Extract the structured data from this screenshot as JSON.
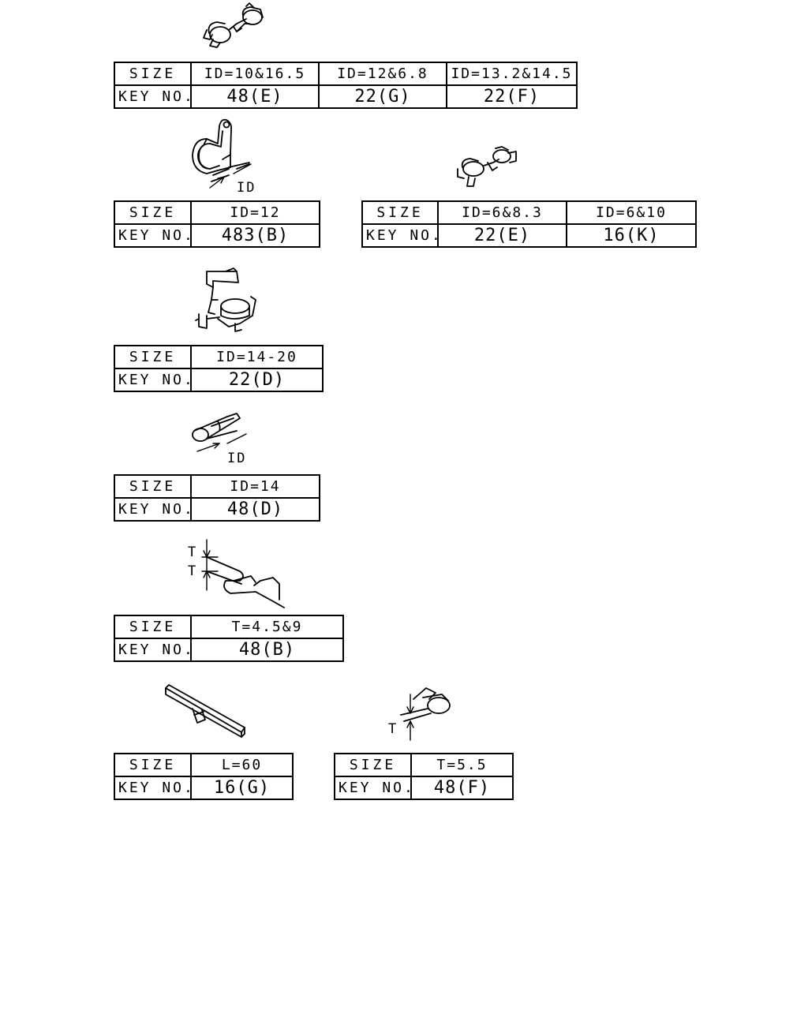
{
  "labels": {
    "size": "SIZE",
    "key_no": "KEY NO.",
    "id": "ID",
    "t": "T"
  },
  "tables": [
    {
      "sizes": [
        "ID=10&16.5",
        "ID=12&6.8",
        "ID=13.2&14.5"
      ],
      "keys": [
        "48(E)",
        "22(G)",
        "22(F)"
      ]
    },
    {
      "sizes": [
        "ID=12"
      ],
      "keys": [
        "483(B)"
      ]
    },
    {
      "sizes": [
        "ID=6&8.3",
        "ID=6&10"
      ],
      "keys": [
        "22(E)",
        "16(K)"
      ]
    },
    {
      "sizes": [
        "ID=14-20"
      ],
      "keys": [
        "22(D)"
      ]
    },
    {
      "sizes": [
        "ID=14"
      ],
      "keys": [
        "48(D)"
      ]
    },
    {
      "sizes": [
        "T=4.5&9"
      ],
      "keys": [
        "48(B)"
      ]
    },
    {
      "sizes": [
        "L=60"
      ],
      "keys": [
        "16(G)"
      ]
    },
    {
      "sizes": [
        "T=5.5"
      ],
      "keys": [
        "48(F)"
      ]
    }
  ]
}
